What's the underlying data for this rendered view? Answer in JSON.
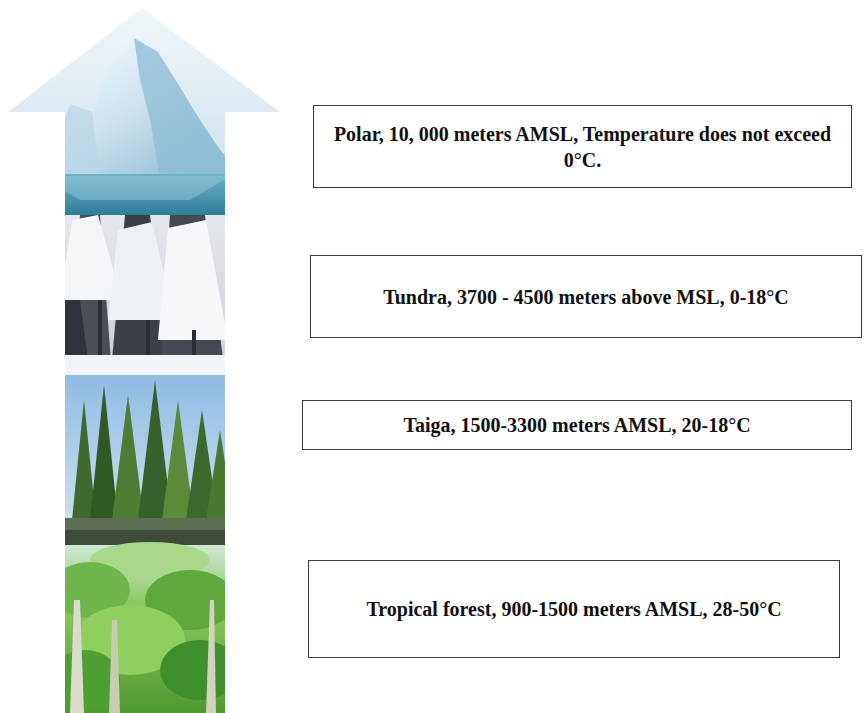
{
  "diagram": {
    "nodes": [
      {
        "text": [
          "Polar, 10, 000 meters AMSL, Temperature does not exceed 0°C."
        ]
      },
      {
        "text": [
          "Tundra, 3700 - 4500 meters above MSL, 0-18°C"
        ]
      },
      {
        "text": [
          "Taiga, 1500-3300 meters AMSL, 20-18°C"
        ]
      },
      {
        "text": [
          "Tropical forest, 900-1500 meters AMSL, 28-50°C"
        ]
      }
    ]
  }
}
